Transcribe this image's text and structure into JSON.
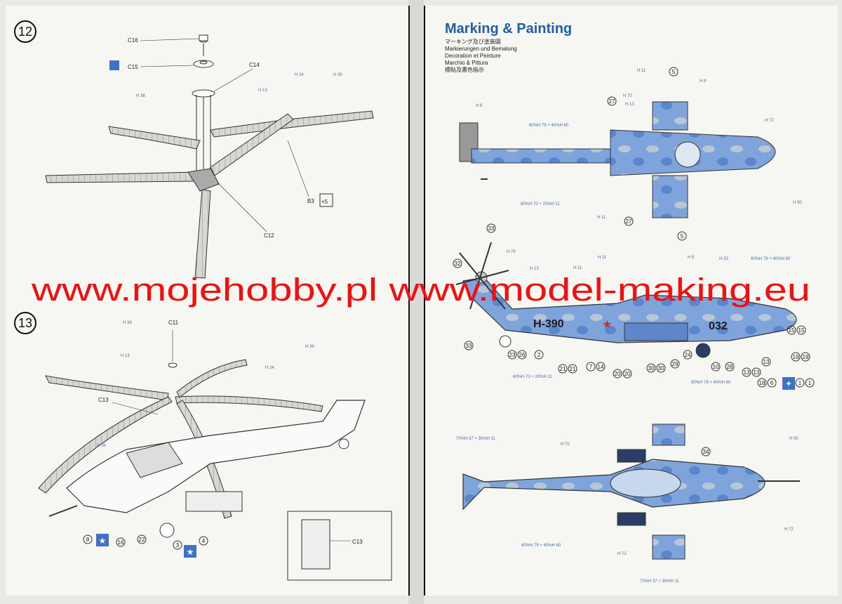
{
  "step12": {
    "number": "12",
    "parts": {
      "c16": "C16",
      "c15": "C15",
      "c14": "C14",
      "b3": "B3",
      "c12": "C12",
      "times5": "×5"
    },
    "colors": {
      "h24": "H 24",
      "h39": "H 39",
      "h13": "H 13",
      "h38": "H 38"
    }
  },
  "step13": {
    "number": "13",
    "parts": {
      "c11": "C11",
      "c13": "C13",
      "inset_c13": "C13"
    },
    "colors": {
      "h38": "H 38",
      "h13": "H 13",
      "h24": "H 24",
      "h39": "H 39",
      "h39b": "H 39"
    },
    "callouts": [
      "8",
      "16",
      "22",
      "3",
      "4"
    ]
  },
  "marking": {
    "title": "Marking & Painting",
    "subtitles": [
      "マーキング及び塗装図",
      "Markierungen und Bemalung",
      "Decoration et Peinture",
      "Marchio & Pittura",
      "標貼及書色指示"
    ],
    "top_view": {
      "color_labels": [
        "H 11",
        "H 8",
        "H 70",
        "H 13",
        "H 8",
        "H 72",
        "H 90",
        "H 11"
      ],
      "mix_labels": [
        "60%H 79 + 40%H 60",
        "60%H 70 + 20%H 11"
      ],
      "callouts": [
        "5",
        "27",
        "27",
        "5"
      ]
    },
    "side_view": {
      "tail_number": "H-390",
      "nose_number": "032",
      "color_labels": [
        "H 79",
        "H 13",
        "H 11",
        "H 11",
        "H 8",
        "H 33"
      ],
      "mix_labels": [
        "60%H 79 + 40%H 60",
        "60%H 70 + 20%H 11",
        "60%H 79 + 40%H 60"
      ],
      "callouts": [
        "33",
        "32",
        "33",
        "23",
        "26",
        "2",
        "21",
        "21",
        "7",
        "14",
        "20",
        "20",
        "30",
        "30",
        "29",
        "24",
        "10",
        "28",
        "13",
        "13",
        "13",
        "18",
        "6",
        "15",
        "15",
        "19",
        "19",
        "1",
        "1"
      ]
    },
    "bottom_view": {
      "color_labels": [
        "H 70",
        "H 90",
        "H 72",
        "H 72"
      ],
      "mix_labels": [
        "70%H 37 + 30%H 11",
        "60%H 79 + 40%H 60",
        "70%H 37 + 30%H 11"
      ],
      "callouts": [
        "34"
      ]
    }
  },
  "watermark": {
    "text": "www.mojehobby.pl www.model-making.eu"
  },
  "palette": {
    "paper": "#f6f6f3",
    "blue": "#3f72c4",
    "lightblue": "#a9c4e8",
    "watermark": "#f01010",
    "title": "#1e5fa8"
  }
}
